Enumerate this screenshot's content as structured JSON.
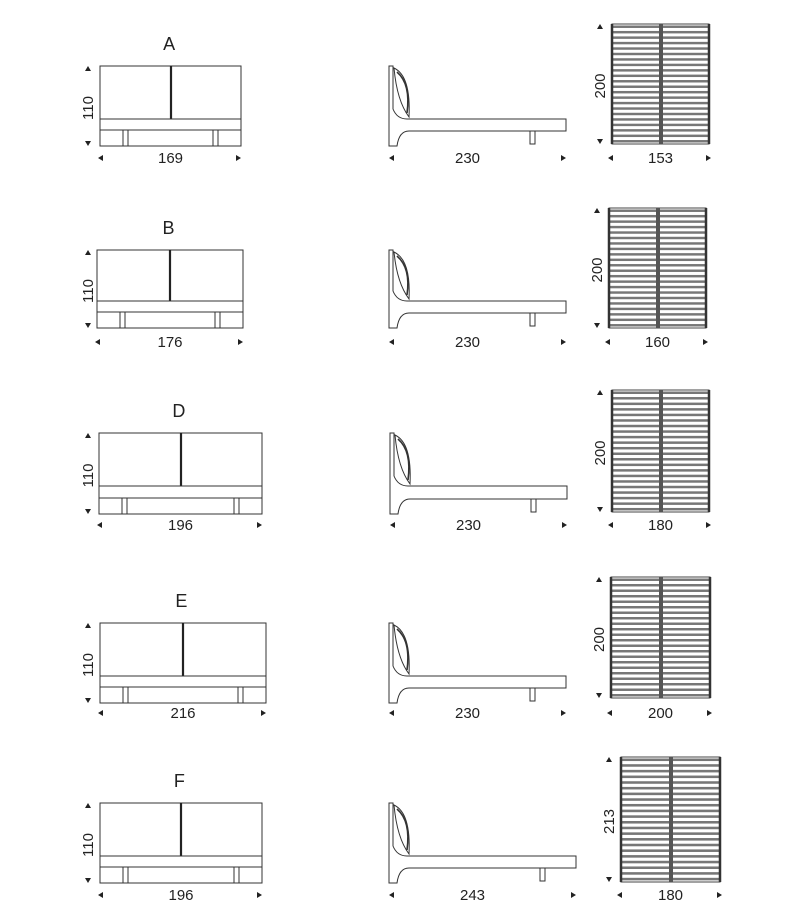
{
  "models": [
    {
      "label": "A",
      "height": "110",
      "width": "169",
      "length": "230",
      "slat_length": "200",
      "slat_width": "153"
    },
    {
      "label": "B",
      "height": "110",
      "width": "176",
      "length": "230",
      "slat_length": "200",
      "slat_width": "160"
    },
    {
      "label": "D",
      "height": "110",
      "width": "196",
      "length": "230",
      "slat_length": "200",
      "slat_width": "180"
    },
    {
      "label": "E",
      "height": "110",
      "width": "216",
      "length": "230",
      "slat_length": "200",
      "slat_width": "200"
    },
    {
      "label": "F",
      "height": "110",
      "width": "196",
      "length": "243",
      "slat_length": "213",
      "slat_width": "180"
    }
  ]
}
